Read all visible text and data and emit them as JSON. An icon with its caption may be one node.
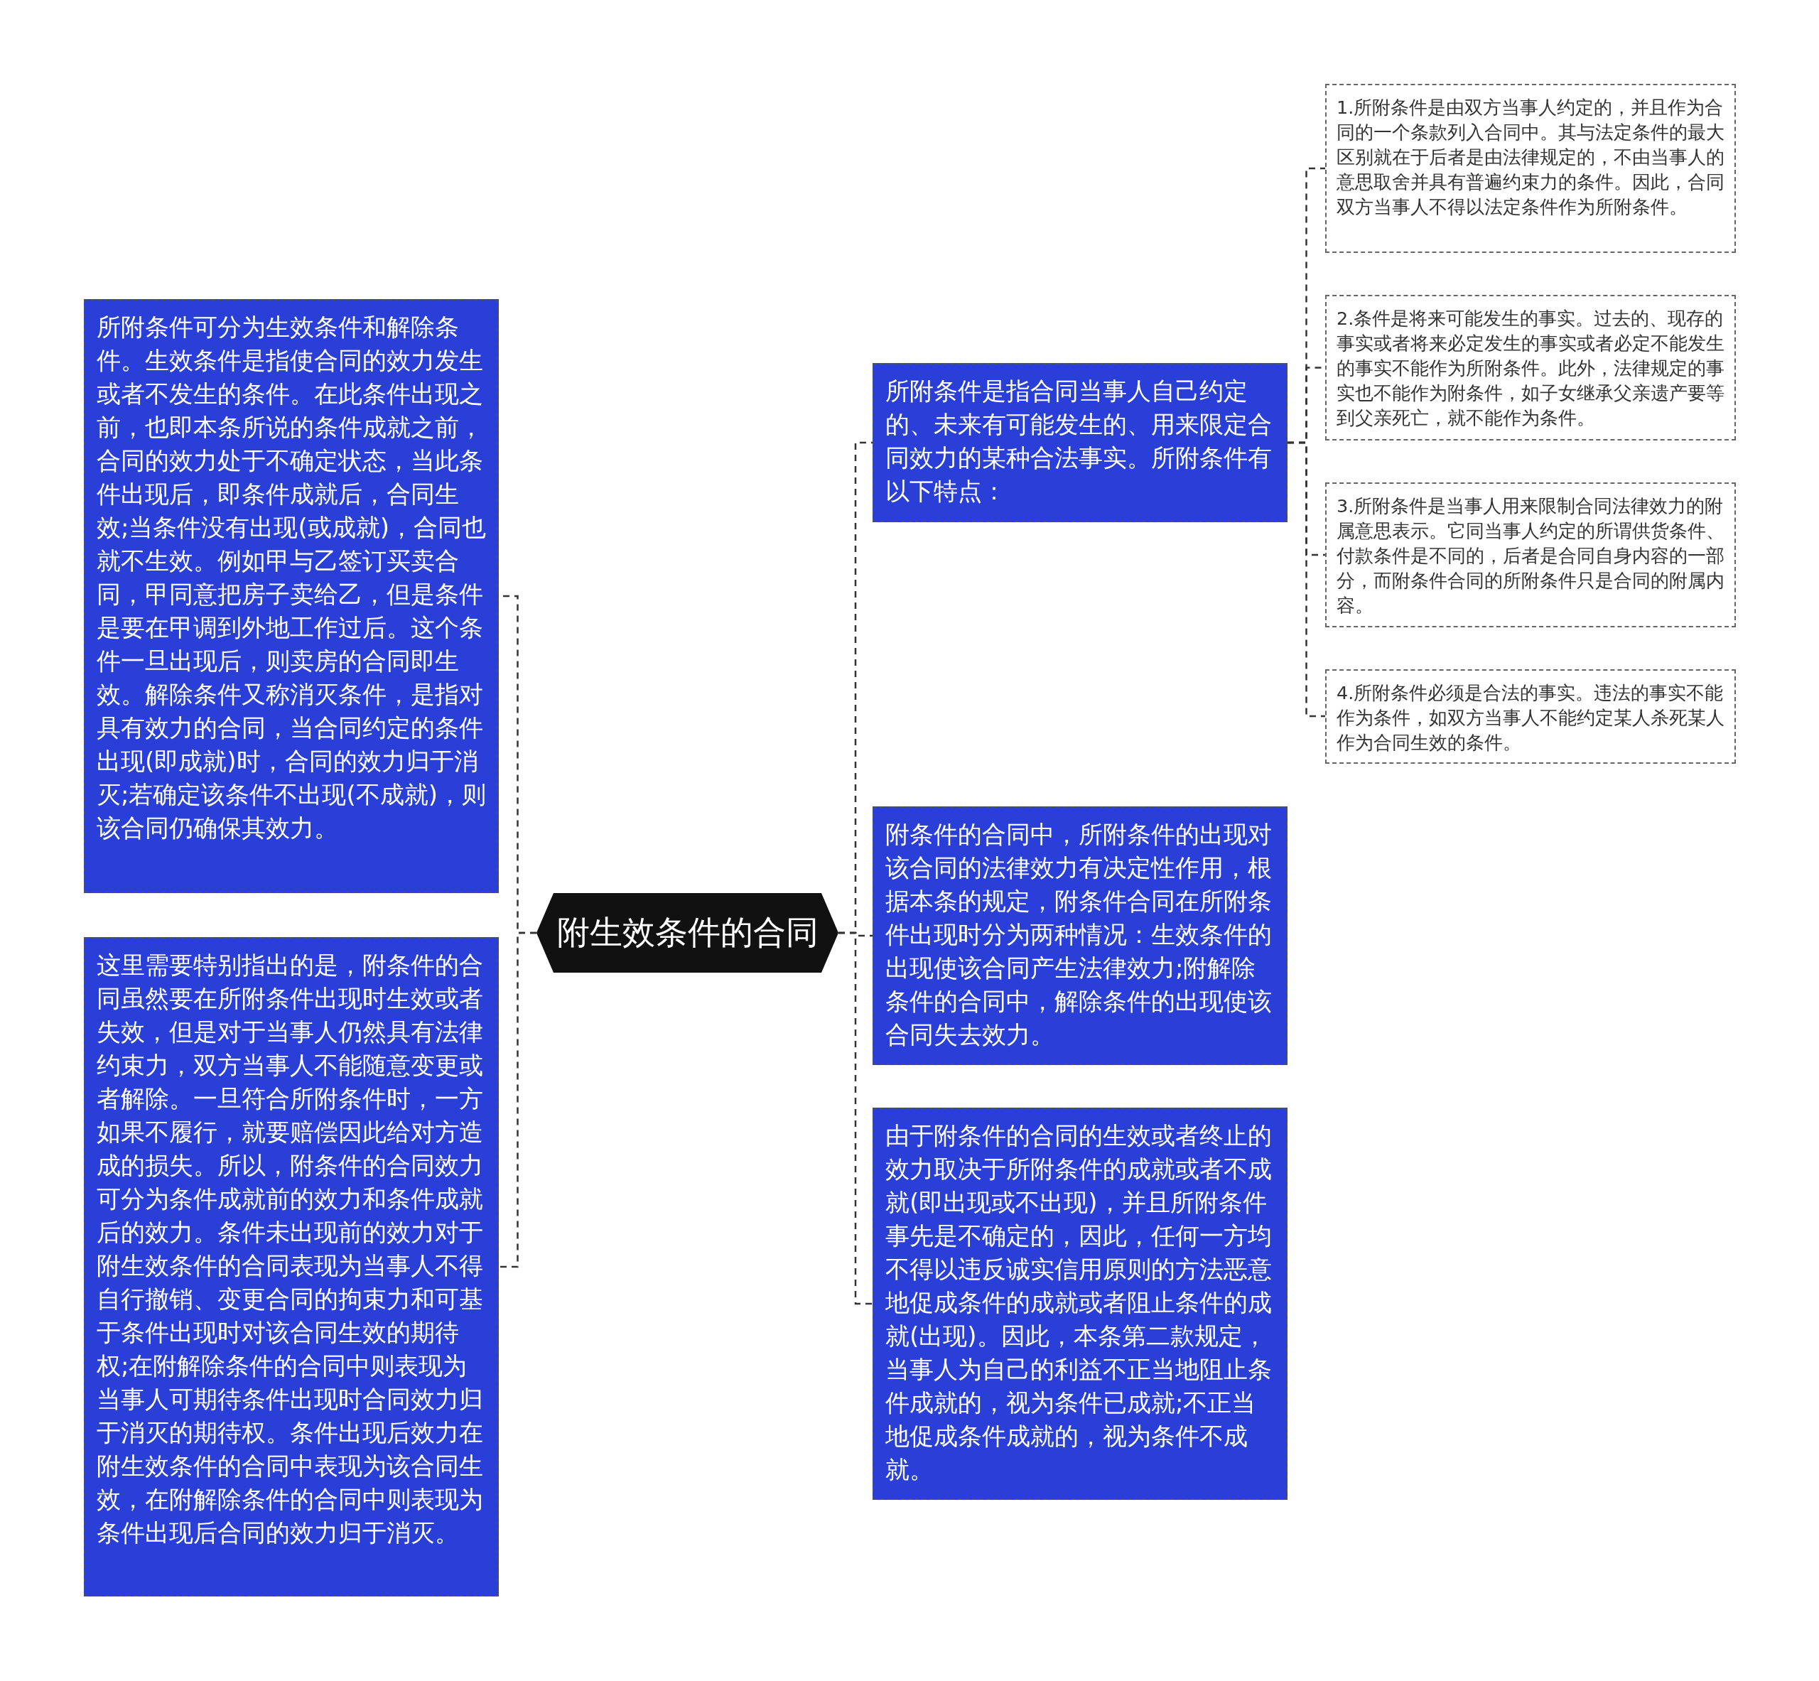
{
  "diagram": {
    "nodes": [
      {
        "text": [
          "附生效条件的合同"
        ]
      },
      {
        "text": [
          "所附条件可分为生效条件和解除条件。生效条件是指使合同的效力发生或者不发生的条件。在此条件出现之前，也即本条所说的条件成就之前，合同的效力处于不确定状态，当此条件出现后，即条件成就后，合同生效;当条件没有出现(或成就)，合同也就不生效。例如甲与乙签订买卖合同，甲同意把房子卖给乙，但是条件是要在甲调到外地工作过后。这个条件一旦出现后，则卖房的合同即生效。解除条件又称消灭条件，是指对具有效力的合同，当合同约定的条件出现(即成就)时，合同的效力归于消灭;若确定该条件不出现(不成就)，则该合同仍确保其效力。"
        ]
      },
      {
        "text": [
          "这里需要特别指出的是，附条件的合同虽然要在所附条件出现时生效或者失效，但是对于当事人仍然具有法律约束力，双方当事人不能随意变更或者解除。一旦符合所附条件时，一方如果不履行，就要赔偿因此给对方造成的损失。所以，附条件的合同效力可分为条件成就前的效力和条件成就后的效力。条件未出现前的效力对于附生效条件的合同表现为当事人不得自行撤销、变更合同的拘束力和可基于条件出现时对该合同生效的期待权;在附解除条件的合同中则表现为当事人可期待条件出现时合同效力归于消灭的期待权。条件出现后效力在附生效条件的合同中表现为该合同生效，在附解除条件的合同中则表现为条件出现后合同的效力归于消灭。"
        ]
      },
      {
        "text": [
          "所附条件是指合同当事人自己约定的、未来有可能发生的、用来限定合同效力的某种合法事实。所附条件有以下特点："
        ]
      },
      {
        "text": [
          "1.所附条件是由双方当事人约定的，并且作为合同的一个条款列入合同中。其与法定条件的最大区别就在于后者是由法律规定的，不由当事人的意思取舍并具有普遍约束力的条件。因此，合同双方当事人不得以法定条件作为所附条件。"
        ]
      },
      {
        "text": [
          "2.条件是将来可能发生的事实。过去的、现存的事实或者将来必定发生的事实或者必定不能发生的事实不能作为所附条件。此外，法律规定的事实也不能作为附条件，如子女继承父亲遗产要等到父亲死亡，就不能作为条件。"
        ]
      },
      {
        "text": [
          "3.所附条件是当事人用来限制合同法律效力的附属意思表示。它同当事人约定的所谓供货条件、付款条件是不同的，后者是合同自身内容的一部分，而附条件合同的所附条件只是合同的附属内容。"
        ]
      },
      {
        "text": [
          "4.所附条件必须是合法的事实。违法的事实不能作为条件，如双方当事人不能约定某人杀死某人作为合同生效的条件。"
        ]
      },
      {
        "text": [
          "附条件的合同中，所附条件的出现对该合同的法律效力有决定性作用，根据本条的规定，附条件合同在所附条件出现时分为两种情况：生效条件的出现使该合同产生法律效力;附解除条件的合同中，解除条件的出现使该合同失去效力。"
        ]
      },
      {
        "text": [
          "由于附条件的合同的生效或者终止的效力取决于所附条件的成就或者不成就(即出现或不出现)，并且所附条件事先是不确定的，因此，任何一方均不得以违反诚实信用原则的方法恶意地促成条件的成就或者阻止条件的成就(出现)。因此，本条第二款规定，当事人为自己的利益不正当地阻止条件成就的，视为条件已成就;不正当地促成条件成就的，视为条件不成就。"
        ]
      }
    ],
    "edges": [
      {
        "from": 0,
        "to": 1,
        "arrow": "none",
        "style": "dashed"
      },
      {
        "from": 0,
        "to": 2,
        "arrow": "none",
        "style": "dashed"
      },
      {
        "from": 0,
        "to": 3,
        "arrow": "none",
        "style": "dashed"
      },
      {
        "from": 3,
        "to": 4,
        "arrow": "none",
        "style": "dashed"
      },
      {
        "from": 3,
        "to": 5,
        "arrow": "none",
        "style": "dashed"
      },
      {
        "from": 3,
        "to": 6,
        "arrow": "none",
        "style": "dashed"
      },
      {
        "from": 3,
        "to": 7,
        "arrow": "none",
        "style": "dashed"
      },
      {
        "from": 0,
        "to": 8,
        "arrow": "none",
        "style": "dashed"
      },
      {
        "from": 0,
        "to": 9,
        "arrow": "none",
        "style": "dashed"
      }
    ]
  }
}
